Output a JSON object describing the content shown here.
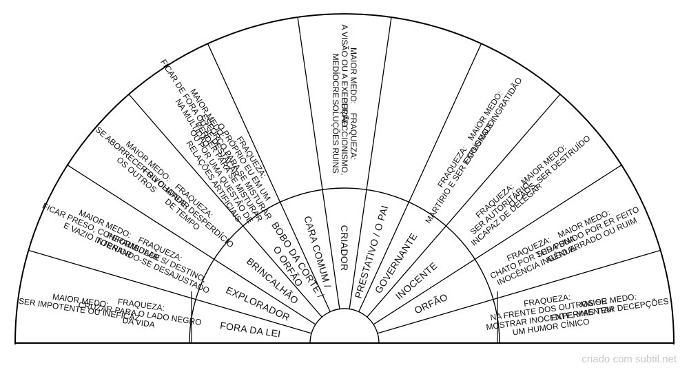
{
  "sectors": [
    {
      "archetype": [
        "FORA DA LEI"
      ],
      "fear": [
        "MAIOR MEDO:",
        "SER IMPOTENTE OU INEFICAZ"
      ],
      "weakness": [
        "FRAQUEZA:",
        "CRUZAR PARA O LADO NEGRO",
        "DA VIDA"
      ]
    },
    {
      "archetype": [
        "EXPLORADOR"
      ],
      "fear": [
        "MAIOR MEDO:",
        "FICAR PRESO, CONFORMIDADE",
        "E VAZIO INTERIOR"
      ],
      "weakness": [
        "FRAQUEZA:",
        "PERAMBULAR S/ DESTINO,",
        "TORNANDO-SE DESAJUSTADO"
      ]
    },
    {
      "archetype": [
        "BRINCALHÃO"
      ],
      "fear": [
        "MAIOR MEDO:",
        "SE ABORRECER OU CHATEAR",
        "OS OUTROS"
      ],
      "weakness": [
        "FRAQUEZA:",
        "FRIVOLIDADE, DESPERDÍCIO",
        "DE TEMPO"
      ]
    },
    {
      "archetype": [
        "BOBO DA CORTE /",
        "O ORFÃO"
      ],
      "fear": [
        "MAIOR MEDO:",
        "FICAR DE FORA OU SE DESTACAR",
        "NA MULTIDÃO"
      ],
      "weakness": [
        "FRAQUEZA:",
        "O PRÓPRIO EU EM UM",
        "ESFORÇO PARA SE MISTURAR",
        "PERDER PARA SE MISTURAR",
        "OU POR UMA QUESTÃO DE",
        "RELAÇÕES ARTIFICIAIS"
      ]
    },
    {
      "archetype": [
        "CARA COMUM /"
      ],
      "fear": [],
      "weakness": []
    },
    {
      "archetype": [
        "CRIADOR"
      ],
      "fear": [
        "MAIOR MEDO:",
        "A VISÃO OU A EXECUÇÃO",
        "MEDÍOCRE"
      ],
      "weakness": [
        "FRAQUEZA:",
        "PERFECCIONISMO,",
        "SOLUÇÕES RUINS"
      ]
    },
    {
      "archetype": [
        "PRESTATIVO / O PAI"
      ],
      "fear": [],
      "weakness": []
    },
    {
      "archetype": [
        "GOVERNANTE"
      ],
      "fear": [
        "MAIOR MEDO:",
        "EGOÍSMO E INGRATIDÃO"
      ],
      "weakness": [
        "FRAQUEZA:",
        "MARTÍRIO E SER EXPLORADO"
      ]
    },
    {
      "archetype": [
        "INOCENTE"
      ],
      "fear": [
        "MAIOR MEDO:",
        "O CAOS, SER DESTRUÍDO"
      ],
      "weakness": [
        "FRAQUEZA:",
        "SER AUTORITÁRIO,",
        "INCAPAZ DE DELEGAR"
      ]
    },
    {
      "archetype": [
        "ORFÃO"
      ],
      "fear": [
        "MAIOR MEDO:",
        "SER PUNIDO POR ER FEITO",
        "ALGO ERRADO OU RUIM"
      ],
      "weakness": [
        "FRAQUEZA:",
        "CHATO POR TODA SUA",
        "INOCÊNCIA INGÊNUA"
      ]
    },
    {
      "archetype": [],
      "fear": [
        "MAIOR MEDO:",
        "EXPERIMENTAR DECEPÇÕES"
      ],
      "weakness": [
        "FRAQUEZA:",
        "NA FRENTE DOS OUTROS SE",
        "MOSTRAR INOCENTE, MAS TEM",
        "UM HUMOR CÍNICO"
      ]
    }
  ],
  "watermark": "criado com subtil.net",
  "colors": {
    "line": "#000000",
    "text": "#111111",
    "watermark": "#c8c8c8",
    "background": "#ffffff"
  }
}
